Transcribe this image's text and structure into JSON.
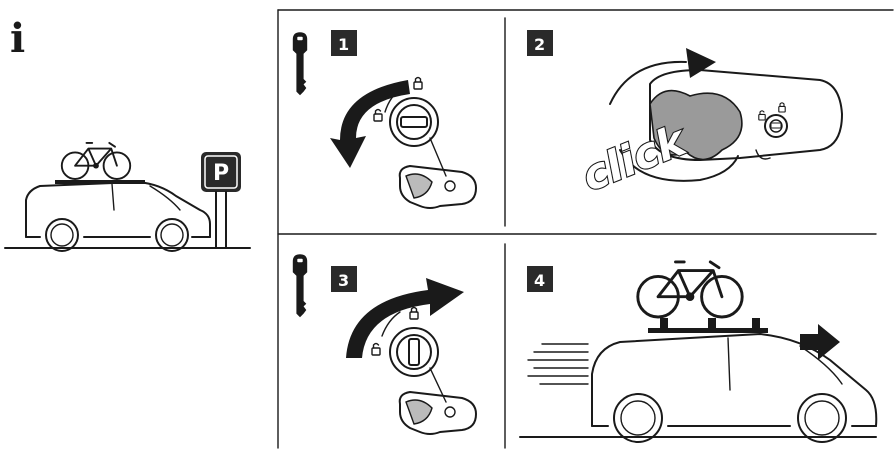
{
  "info_icon_glyph": "i",
  "parking_sign_letter": "P",
  "steps": [
    {
      "number": "1"
    },
    {
      "number": "2"
    },
    {
      "number": "3"
    },
    {
      "number": "4"
    }
  ],
  "click_label": "click",
  "icons": [
    "info-icon",
    "key-icon",
    "lock-icon",
    "unlock-icon",
    "parking-sign-icon",
    "bicycle-icon",
    "car-icon",
    "arrow-right-icon"
  ]
}
